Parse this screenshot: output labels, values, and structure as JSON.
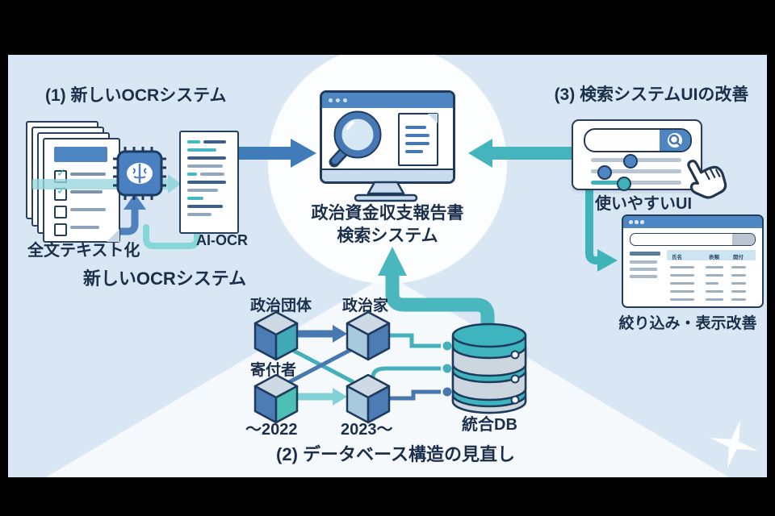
{
  "center": {
    "line1": "政治資金収支報告書",
    "line2": "検索システム"
  },
  "section1": {
    "title": "(1) 新しいOCRシステム",
    "fulltext_label": "全文テキスト化",
    "aiocr_label": "AI-OCR",
    "caption": "新しいOCRシステム"
  },
  "section2": {
    "title": "(2) データベース構造の見直し",
    "node_org": "政治団体",
    "node_politician": "政治家",
    "node_donor": "寄付者",
    "era_old": "～2022",
    "era_new": "2023～",
    "db_label": "統合DB"
  },
  "section3": {
    "title": "(3) 検索システムUIの改善",
    "ui_caption": "使いやすいUI",
    "table_caption": "絞り込み・表示改善",
    "table_headers": [
      "氏名",
      "表類",
      "開付"
    ]
  },
  "colors": {
    "panel_bg": "#d9e7f4",
    "text": "#1b2f4b",
    "blue": "#4679b4",
    "blue_bar": "#4e86c4",
    "teal": "#41b1bb",
    "teal_light": "#96d6dc",
    "band_gray": "#ccd6de"
  }
}
